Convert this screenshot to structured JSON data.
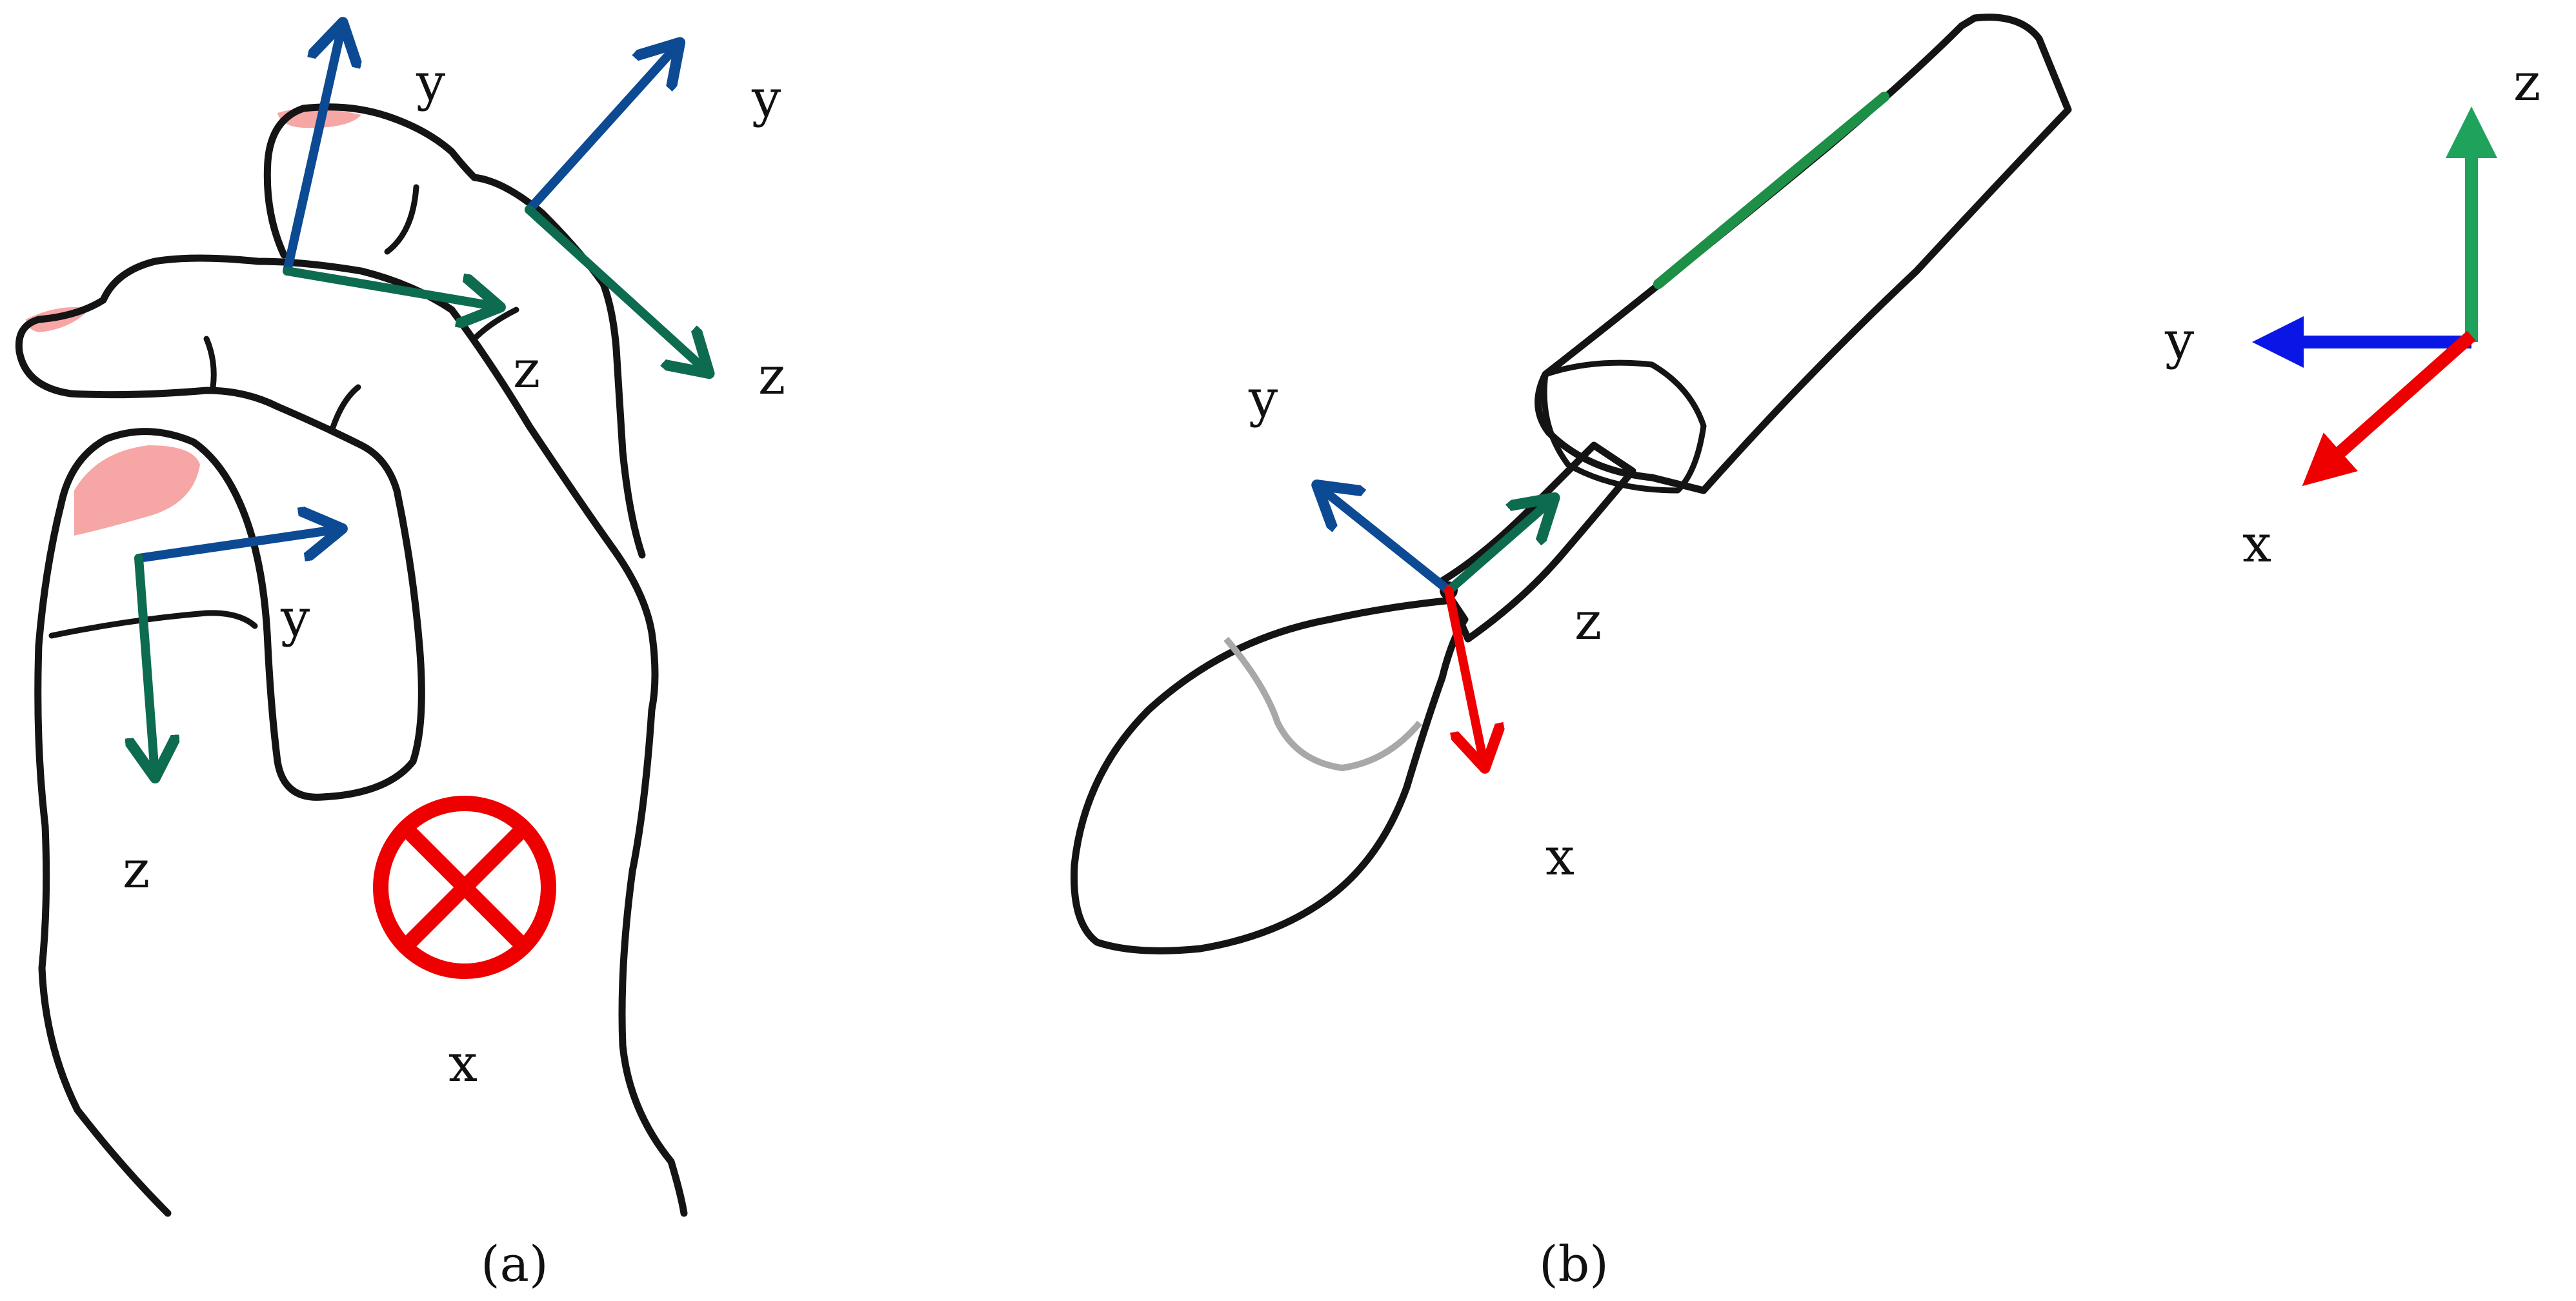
{
  "colors": {
    "blue_axis": "#0d4a94",
    "teal_axis": "#0d6b50",
    "red": "#ee0000",
    "bright_blue": "#0a16e6",
    "bright_green": "#1fa35c",
    "handle_green": "#3dd37a",
    "spoon_gray": "#c8c8c8",
    "nail_pink": "#f7a6a6"
  },
  "panel_a": {
    "caption": "(a)",
    "labels": {
      "index_y": "y",
      "index_z": "z",
      "thumb_y": "y",
      "thumb_z": "z",
      "middle_y": "y",
      "middle_z": "z",
      "x": "x"
    },
    "icons": [
      "x-into-page-icon"
    ]
  },
  "panel_b": {
    "caption": "(b)",
    "spoon_labels": {
      "y": "y",
      "z": "z",
      "x": "x"
    },
    "world_labels": {
      "z": "z",
      "y": "y",
      "x": "x"
    }
  }
}
